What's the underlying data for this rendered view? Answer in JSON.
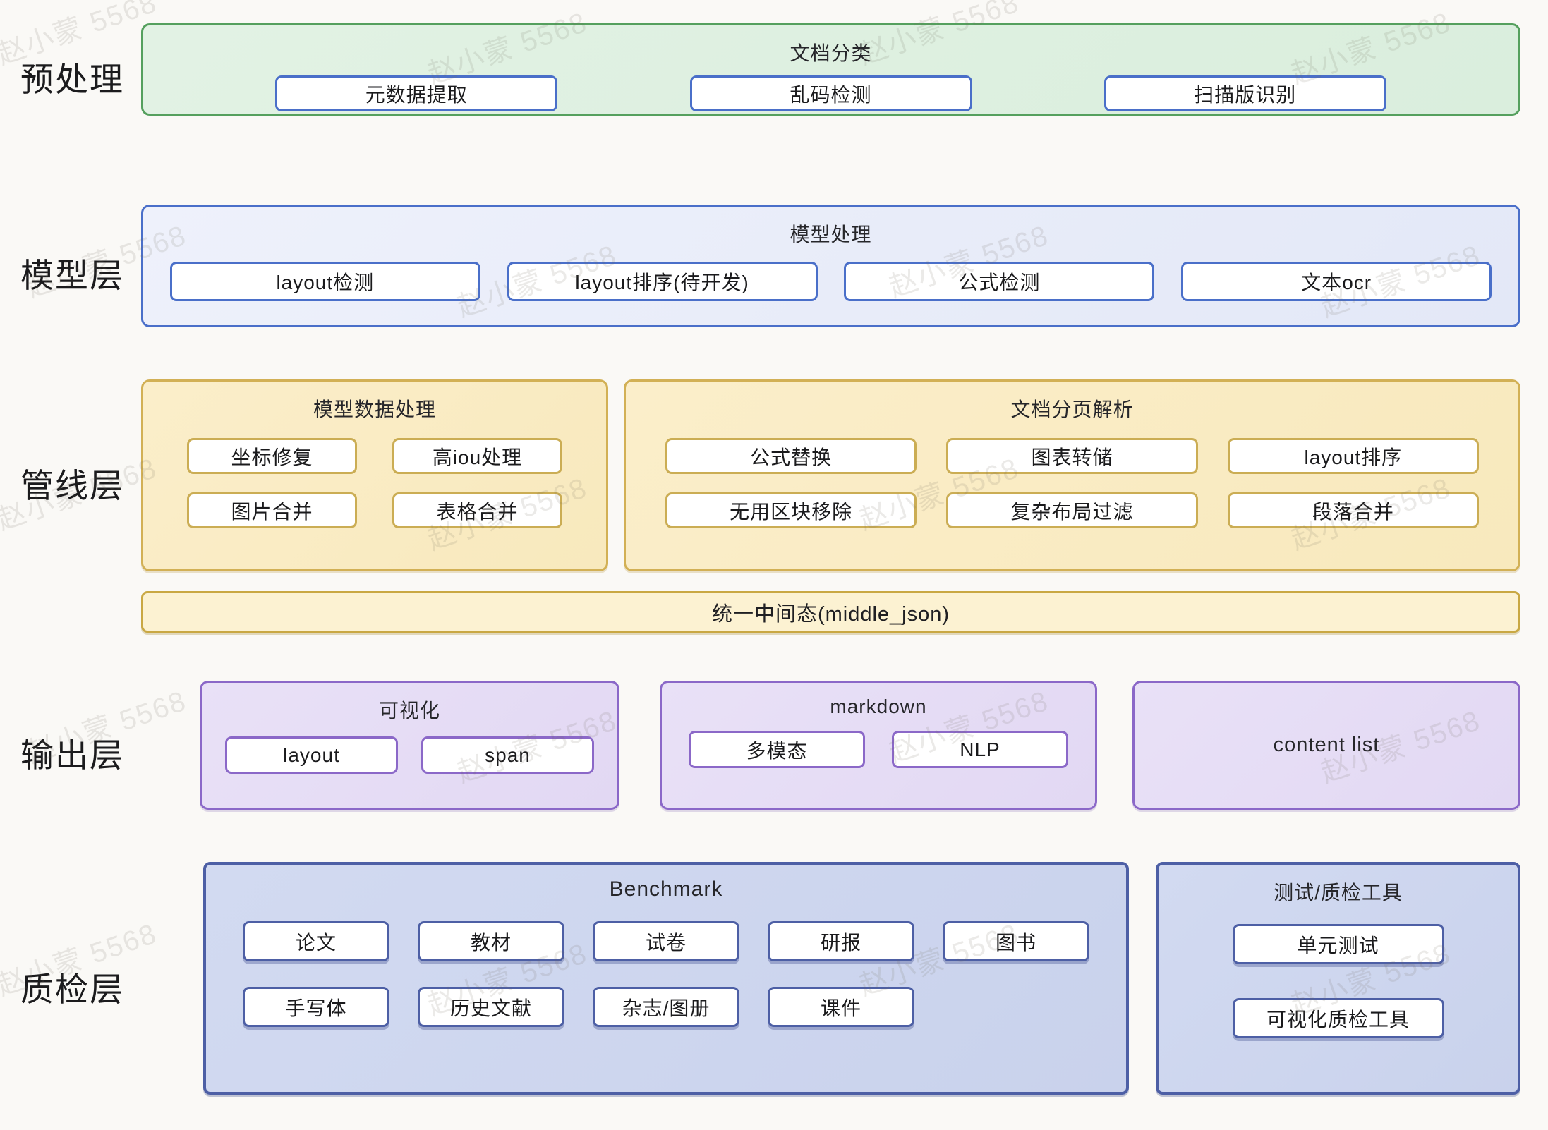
{
  "watermark": "赵小蒙 5568",
  "colors": {
    "page_bg": "#faf9f6",
    "green_fill": "#ddefdf",
    "green_border": "#55a05e",
    "blue_fill": "#e8edf9",
    "blue_border": "#4a6fc9",
    "yellow_fill": "#faecc6",
    "yellow_border": "#d2b055",
    "yellow_bar_fill": "#fcf2d2",
    "yellow_bar_border": "#c9a843",
    "purple_fill": "#e6def5",
    "purple_border": "#8b68c8",
    "navy_fill": "#ced6ee",
    "navy_border": "#4d5fa5",
    "node_fill": "#ffffff",
    "text": "#1d1d1f"
  },
  "layers": [
    {
      "label": "预处理",
      "groups": [
        {
          "title": "文档分类",
          "items": [
            "元数据提取",
            "乱码检测",
            "扫描版识别"
          ]
        }
      ]
    },
    {
      "label": "模型层",
      "groups": [
        {
          "title": "模型处理",
          "items": [
            "layout检测",
            "layout排序(待开发)",
            "公式检测",
            "文本ocr"
          ]
        }
      ]
    },
    {
      "label": "管线层",
      "groups": [
        {
          "title": "模型数据处理",
          "items": [
            "坐标修复",
            "高iou处理",
            "图片合并",
            "表格合并"
          ]
        },
        {
          "title": "文档分页解析",
          "items": [
            "公式替换",
            "图表转储",
            "layout排序",
            "无用区块移除",
            "复杂布局过滤",
            "段落合并"
          ]
        }
      ],
      "bar": "统一中间态(middle_json)"
    },
    {
      "label": "输出层",
      "groups": [
        {
          "title": "可视化",
          "items": [
            "layout",
            "span"
          ]
        },
        {
          "title": "markdown",
          "items": [
            "多模态",
            "NLP"
          ]
        },
        {
          "title": "content list",
          "items": []
        }
      ]
    },
    {
      "label": "质检层",
      "groups": [
        {
          "title": "Benchmark",
          "rows": [
            [
              "论文",
              "教材",
              "试卷",
              "研报",
              "图书"
            ],
            [
              "手写体",
              "历史文献",
              "杂志/图册",
              "课件"
            ]
          ]
        },
        {
          "title": "测试/质检工具",
          "items": [
            "单元测试",
            "可视化质检工具"
          ]
        }
      ]
    }
  ]
}
